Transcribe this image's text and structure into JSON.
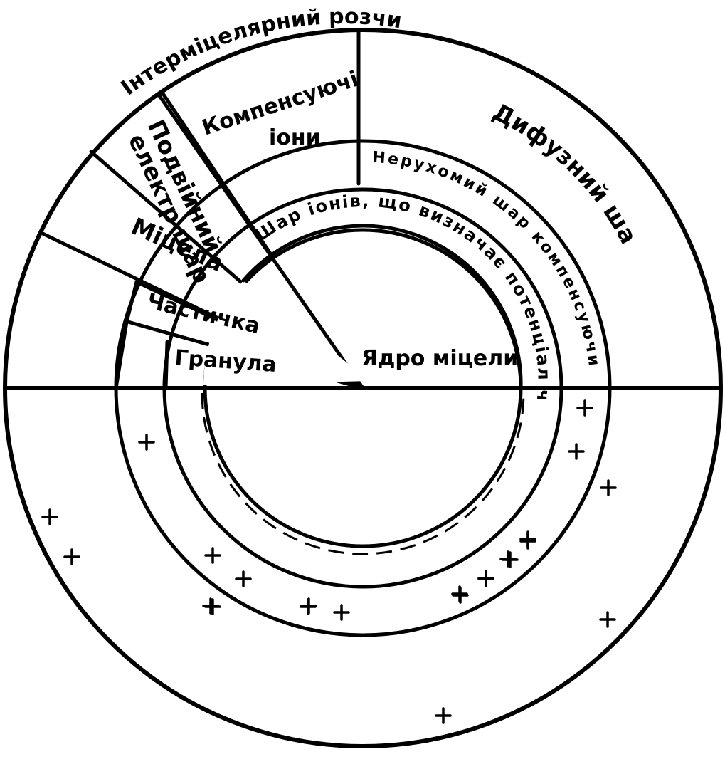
{
  "labels": {
    "intermicellar": "Інтерміцелярний розчин",
    "compensating_1": "Компенсуючі",
    "compensating_2": "іони",
    "diffuse": "Дифузний шар",
    "double_layer_1": "Подвійний",
    "double_layer_2": "електр шар",
    "immobile": "Нерухомий шар компенсуючих іонів",
    "potential_layer": "Шар іонів, що визначає потенціал частки",
    "micelle": "Міцела",
    "particle": "Частичка",
    "granule": "Гранула",
    "core": "Ядро міцели"
  },
  "icons": {
    "positive_ion": "plus-sign"
  },
  "plus_count": 23
}
